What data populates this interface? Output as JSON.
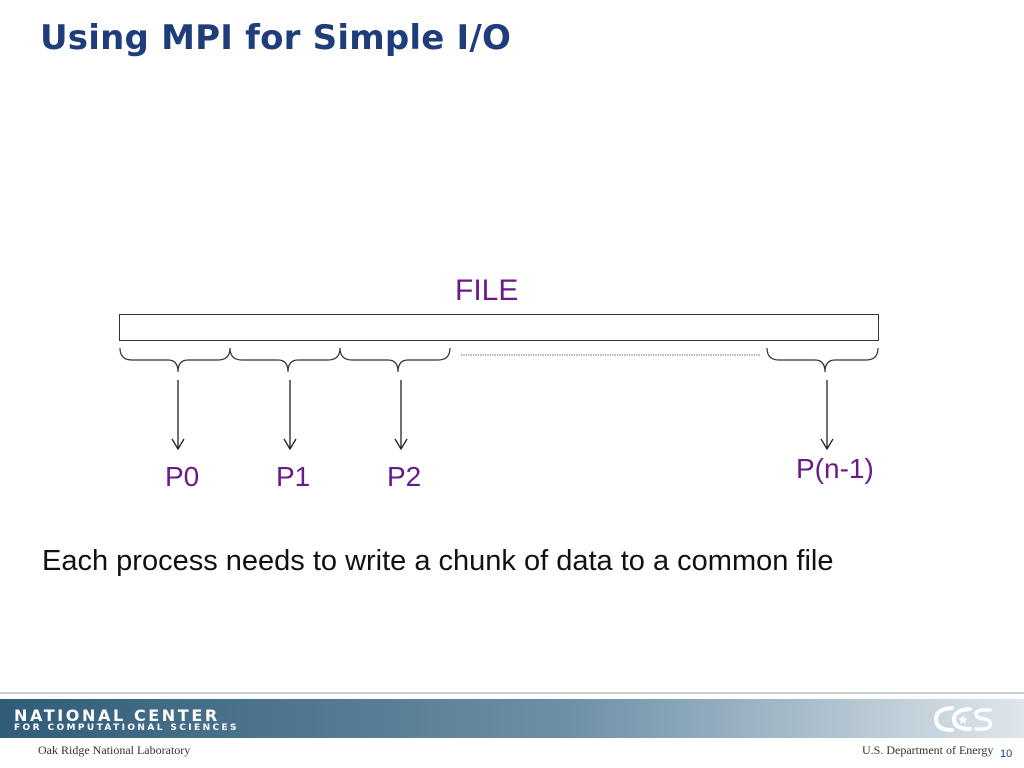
{
  "slide": {
    "title": "Using MPI for Simple I/O",
    "caption": "Each process needs to write a chunk of data to a common file",
    "page_number": "10"
  },
  "diagram": {
    "file_label": "FILE",
    "processes": [
      "P0",
      "P1",
      "P2",
      "P(n-1)"
    ]
  },
  "footer": {
    "org_line1": "NATIONAL CENTER",
    "org_line2": "FOR COMPUTATIONAL SCIENCES",
    "left_text": "Oak Ridge National Laboratory",
    "right_text": "U.S. Department of Energy"
  },
  "colors": {
    "title": "#1f3d7a",
    "label_purple": "#6a1b8a",
    "footer_band": "#2f5c78"
  }
}
